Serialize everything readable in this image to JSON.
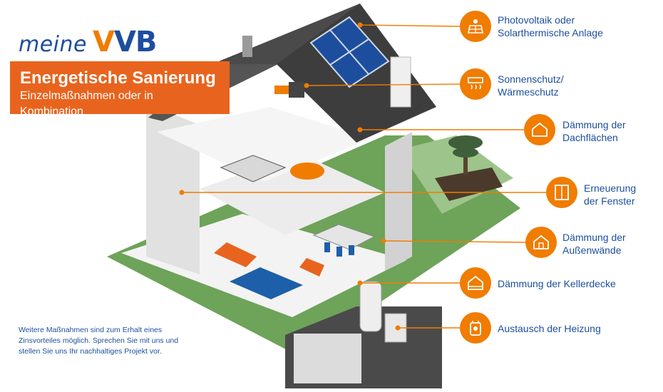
{
  "logo": {
    "prefix": "meine",
    "brand_first": "V",
    "brand_rest": "VB"
  },
  "header": {
    "title": "Energetische Sanierung",
    "subtitle": "Einzelmaßnahmen oder in Kombination"
  },
  "footnote": "Weitere Maßnahmen sind zum Erhalt eines Zinsvorteiles möglich. Sprechen Sie mit uns und stellen Sie uns Ihr nachhaltiges Projekt vor.",
  "measures": [
    {
      "line1": "Photovoltaik oder",
      "line2": "Solarthermische Anlage",
      "icon": "solar-panel-icon"
    },
    {
      "line1": "Sonnenschutz/",
      "line2": "Wärmeschutz",
      "icon": "heat-protection-icon"
    },
    {
      "line1": "Dämmung der",
      "line2": "Dachflächen",
      "icon": "house-outline-icon"
    },
    {
      "line1": "Erneuerung",
      "line2": "der Fenster",
      "icon": "window-icon"
    },
    {
      "line1": "Dämmung der",
      "line2": "Außenwände",
      "icon": "house-outline-icon"
    },
    {
      "line1": "Dämmung der Kellerdecke",
      "line2": "",
      "icon": "house-outline-icon"
    },
    {
      "line1": "Austausch der Heizung",
      "line2": "",
      "icon": "heater-icon"
    }
  ],
  "colors": {
    "accent": "#f07c00",
    "brand_blue": "#1d4e9e",
    "roof": "#3d3d3d",
    "lawn": "#6ea35a"
  }
}
